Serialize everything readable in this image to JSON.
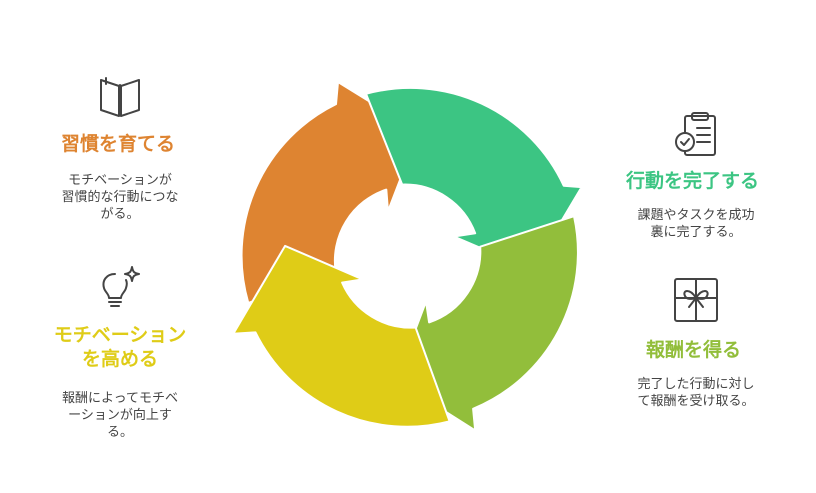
{
  "colors": {
    "orange": "#DE8431",
    "green": "#3CC583",
    "lime": "#92BE3B",
    "yellow": "#DFCC17",
    "icon_stroke": "#444444",
    "text": "#444444"
  },
  "steps": [
    {
      "title": "習慣を育てる",
      "desc_lines": [
        "モチベーションが",
        "習慣的な行動につな",
        "がる。"
      ],
      "color": "#DE8431",
      "icon": "book-icon"
    },
    {
      "title": "行動を完了する",
      "desc_lines": [
        "課題やタスクを成功",
        "裏に完了する。"
      ],
      "color": "#3CC583",
      "icon": "clipboard-check-icon"
    },
    {
      "title": "報酬を得る",
      "desc_lines": [
        "完了した行動に対し",
        "て報酬を受け取る。"
      ],
      "color": "#92BE3B",
      "icon": "gift-icon"
    },
    {
      "title_lines": [
        "モチベーション",
        "を高める"
      ],
      "desc_lines": [
        "報酬によってモチベ",
        "ーションが向上す",
        "る。"
      ],
      "color": "#DFCC17",
      "icon": "lightbulb-icon"
    }
  ]
}
